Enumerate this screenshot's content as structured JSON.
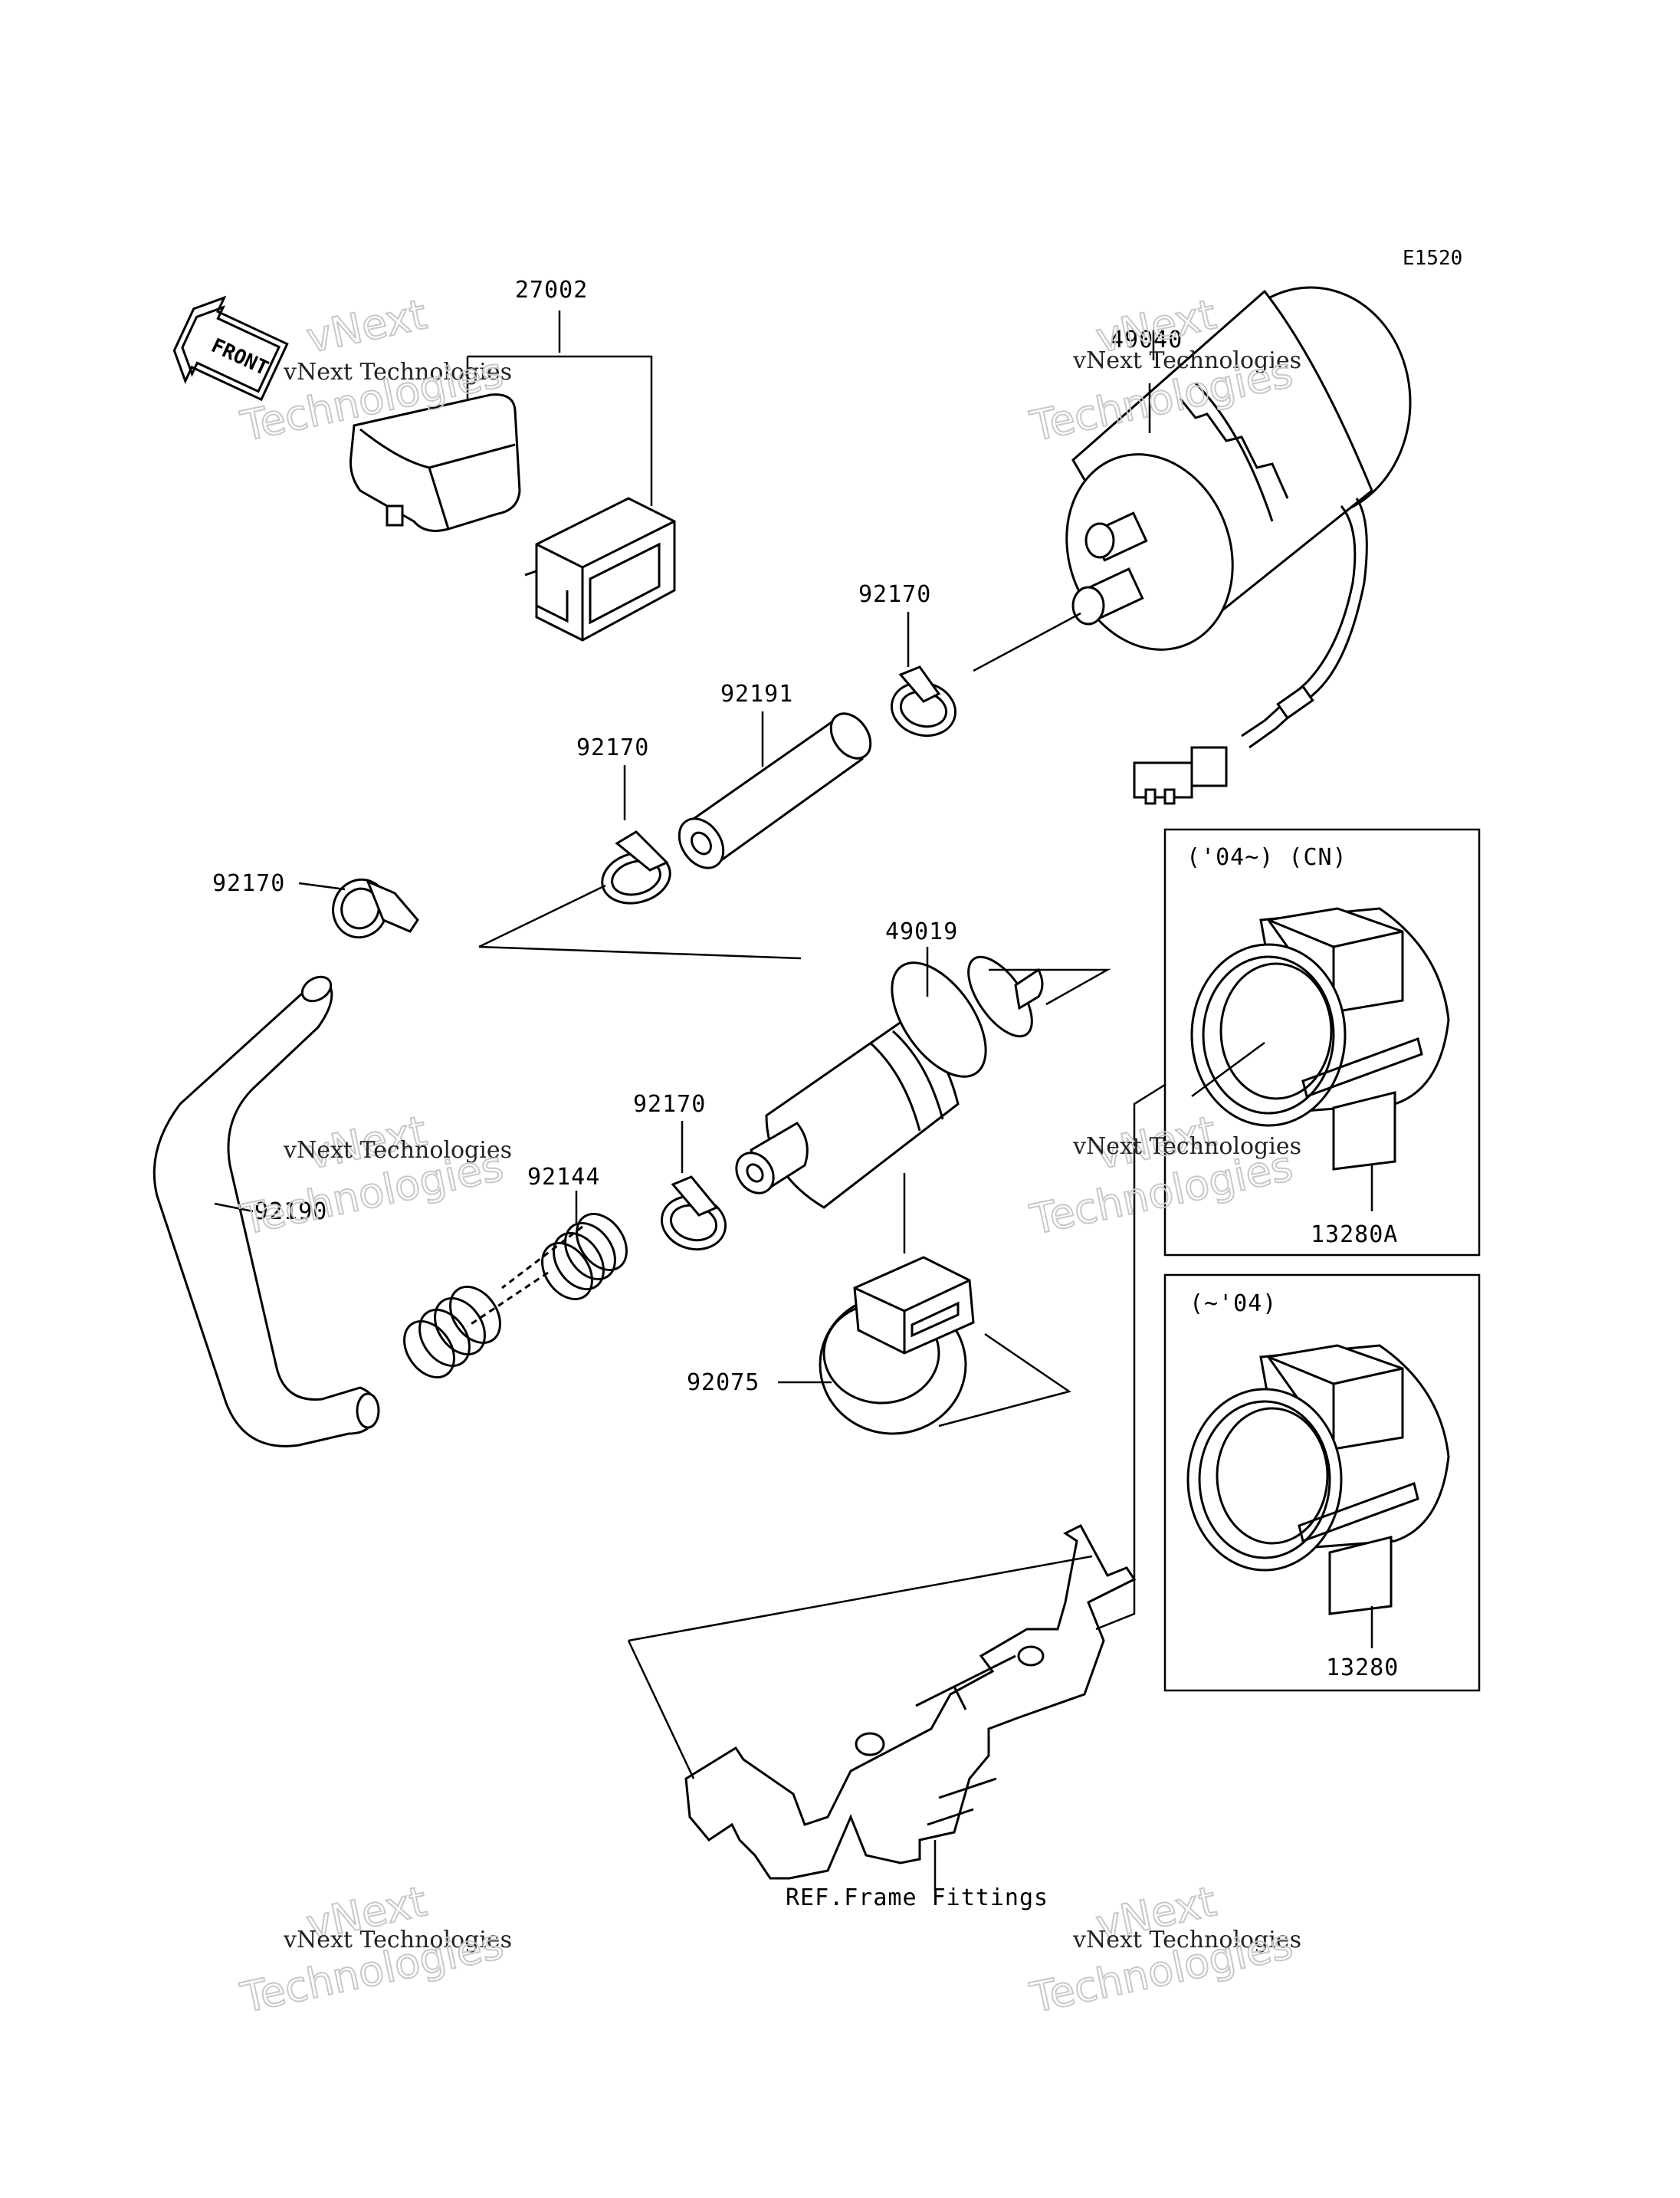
{
  "diagram_code": "E1520",
  "front_label": "FRONT",
  "parts": {
    "p27002": "27002",
    "p49040": "49040",
    "p92170_a": "92170",
    "p92191": "92191",
    "p92170_b": "92170",
    "p92170_c": "92170",
    "p49019": "49019",
    "p92170_d": "92170",
    "p92144": "92144",
    "p92190": "92190",
    "p92075": "92075",
    "p13280A": "13280A",
    "p13280": "13280"
  },
  "insets": {
    "top_header": "('04~) (CN)",
    "bottom_header": "(~'04)"
  },
  "reference": "REF.Frame Fittings",
  "watermarks": {
    "line1": "vNext",
    "line2": "vNext Technologies",
    "line3": "Technologies"
  }
}
